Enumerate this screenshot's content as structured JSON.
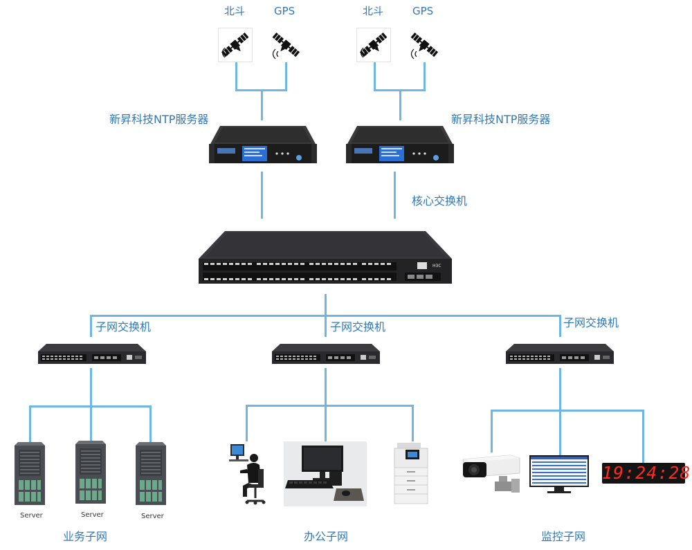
{
  "satellites": {
    "beidou_label": "北斗",
    "gps_label": "GPS"
  },
  "ntp_servers": {
    "label": "新昇科技NTP服务器"
  },
  "core_switch": {
    "label": "核心交换机",
    "brand": "H3C"
  },
  "sub_switch": {
    "label": "子网交换机"
  },
  "subnets": {
    "business": "业务子网",
    "office": "办公子网",
    "monitoring": "监控子网"
  },
  "server_label": "Server",
  "clock_display": "19:24:28",
  "colors": {
    "label": "#2f78b8",
    "line": "#6fb6e4",
    "clock_digits": "#ff2b1f"
  }
}
